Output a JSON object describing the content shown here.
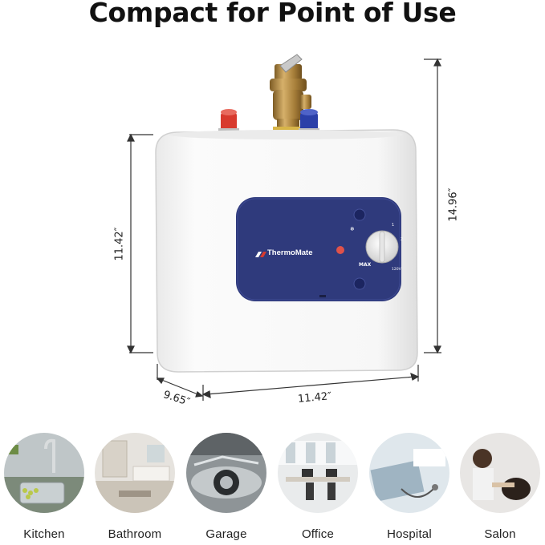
{
  "title": "Compact for Point of Use",
  "product": {
    "brand": "ThermoMate",
    "dial_max_label": "MAX",
    "dial_volt_label": "120V"
  },
  "dimensions": {
    "height_body": "11.42″",
    "height_total": "14.96″",
    "width": "11.42″",
    "depth": "9.65″"
  },
  "uses": [
    {
      "label": "Kitchen"
    },
    {
      "label": "Bathroom"
    },
    {
      "label": "Garage"
    },
    {
      "label": "Office"
    },
    {
      "label": "Hospital"
    },
    {
      "label": "Salon"
    }
  ],
  "colors": {
    "panel": "#2f3a7c",
    "body": "#f7f7f7",
    "brass": "#b28a45",
    "hot": "#d83a2e",
    "cold": "#2a3fa8"
  }
}
